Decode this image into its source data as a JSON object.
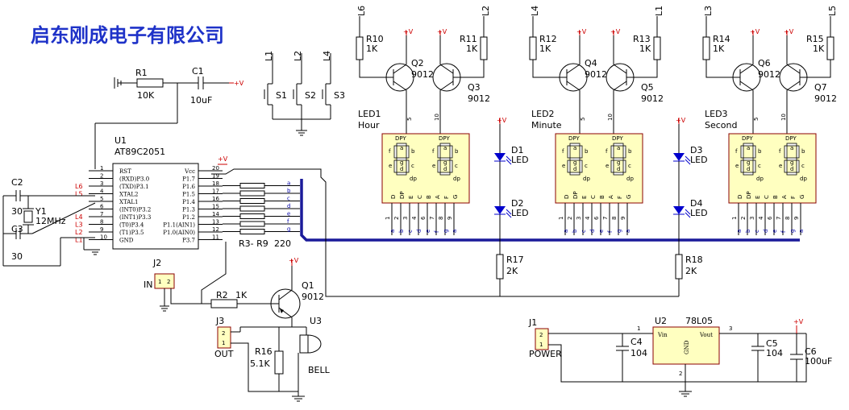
{
  "title": "启东刚成电子有限公司",
  "vcc": "+V",
  "mcu": {
    "ref": "U1",
    "part": "AT89C2051",
    "left_pins": [
      {
        "num": "1",
        "name": "RST"
      },
      {
        "num": "2",
        "name": "(RXD)P3.0"
      },
      {
        "num": "3",
        "name": "(TXD)P3.1"
      },
      {
        "num": "4",
        "name": "XTAL2"
      },
      {
        "num": "5",
        "name": "XTAL1"
      },
      {
        "num": "6",
        "name": "(INT0)P3.2"
      },
      {
        "num": "7",
        "name": "(INT1)P3.3"
      },
      {
        "num": "8",
        "name": "(T0)P3.4"
      },
      {
        "num": "9",
        "name": "(T1)P3.5"
      },
      {
        "num": "10",
        "name": "GND"
      }
    ],
    "right_pins": [
      {
        "num": "20",
        "name": "Vcc"
      },
      {
        "num": "19",
        "name": "P1.7"
      },
      {
        "num": "18",
        "name": "P1.6"
      },
      {
        "num": "17",
        "name": "P1.5"
      },
      {
        "num": "16",
        "name": "P1.4"
      },
      {
        "num": "15",
        "name": "P1.3"
      },
      {
        "num": "14",
        "name": "P1.2"
      },
      {
        "num": "13",
        "name": "P1.1(AIN1)"
      },
      {
        "num": "12",
        "name": "P1.0(AIN0)"
      },
      {
        "num": "11",
        "name": "P3.7"
      }
    ],
    "left_nets": [
      "L6",
      "L5",
      "L4",
      "L3",
      "L2",
      "L1"
    ]
  },
  "segment_letters": [
    "a",
    "b",
    "c",
    "d",
    "e",
    "f",
    "g"
  ],
  "resistor_array": {
    "ref": "R3- R9",
    "value": "220"
  },
  "r1": {
    "ref": "R1",
    "value": "10K"
  },
  "c1": {
    "ref": "C1",
    "value": "10uF"
  },
  "c2": {
    "ref": "C2",
    "value": "30"
  },
  "c3": {
    "ref": "C3",
    "value": "30"
  },
  "y1": {
    "ref": "Y1",
    "value": "12MHz"
  },
  "switches": [
    {
      "net": "L1",
      "ref": "S1"
    },
    {
      "net": "L2",
      "ref": "S2"
    },
    {
      "net": "L4",
      "ref": "S3"
    }
  ],
  "digit_groups": [
    {
      "led": "LED1",
      "name": "Hour",
      "nets": [
        "L6",
        "L2"
      ],
      "rl": {
        "ref": "R10",
        "value": "1K"
      },
      "rr": {
        "ref": "R11",
        "value": "1K"
      },
      "ql": {
        "ref": "Q2",
        "value": "9012"
      },
      "qr": {
        "ref": "Q3",
        "value": "9012"
      },
      "pin_left": "5",
      "pin_right": "10"
    },
    {
      "led": "LED2",
      "name": "Minute",
      "nets": [
        "L4",
        "L1"
      ],
      "rl": {
        "ref": "R12",
        "value": "1K"
      },
      "rr": {
        "ref": "R13",
        "value": "1K"
      },
      "ql": {
        "ref": "Q4",
        "value": "9012"
      },
      "qr": {
        "ref": "Q5",
        "value": "9012"
      },
      "pin_left": "5",
      "pin_right": "10"
    },
    {
      "led": "LED3",
      "name": "Second",
      "nets": [
        "L3",
        "L5"
      ],
      "rl": {
        "ref": "R14",
        "value": "1K"
      },
      "rr": {
        "ref": "R15",
        "value": "1K"
      },
      "ql": {
        "ref": "Q6",
        "value": "9012"
      },
      "qr": {
        "ref": "Q7",
        "value": "9012"
      },
      "pin_left": "5",
      "pin_right": "10"
    }
  ],
  "display": {
    "top_labels": [
      "DPY",
      "DPY"
    ],
    "seg_labels": [
      "a",
      "b",
      "c",
      "d",
      "e",
      "f",
      "g",
      "dp"
    ],
    "bottom_labels": [
      "D",
      "DP",
      "E",
      "C",
      "B",
      "A",
      "F",
      "G"
    ],
    "bottom_pins": [
      "1",
      "2",
      "3",
      "4",
      "6",
      "7",
      "8",
      "9"
    ]
  },
  "colon_leds": [
    {
      "top": {
        "ref": "D1",
        "value": "LED"
      },
      "bottom": {
        "ref": "D2",
        "value": "LED"
      },
      "res": {
        "ref": "R17",
        "value": "2K"
      }
    },
    {
      "top": {
        "ref": "D3",
        "value": "LED"
      },
      "bottom": {
        "ref": "D4",
        "value": "LED"
      },
      "res": {
        "ref": "R18",
        "value": "2K"
      }
    }
  ],
  "j2": {
    "ref": "J2",
    "label": "IN",
    "pins": [
      "1",
      "2"
    ]
  },
  "r2": {
    "ref": "R2",
    "value": "1K"
  },
  "q1": {
    "ref": "Q1",
    "value": "9012"
  },
  "j3": {
    "ref": "J3",
    "label": "OUT",
    "pins": [
      "2",
      "1"
    ]
  },
  "r16": {
    "ref": "R16",
    "value": "5.1K"
  },
  "u3": {
    "ref": "U3",
    "label": "BELL"
  },
  "j1": {
    "ref": "J1",
    "label": "POWER",
    "pins": [
      "2",
      "1"
    ]
  },
  "c4": {
    "ref": "C4",
    "value": "104"
  },
  "u2": {
    "ref": "U2",
    "part": "78L05",
    "vin": "Vin",
    "vout": "Vout",
    "gnd": "GND",
    "pin1": "1",
    "pin2": "2",
    "pin3": "3"
  },
  "c5": {
    "ref": "C5",
    "value": "104"
  },
  "c6": {
    "ref": "C6",
    "value": "100uF"
  }
}
